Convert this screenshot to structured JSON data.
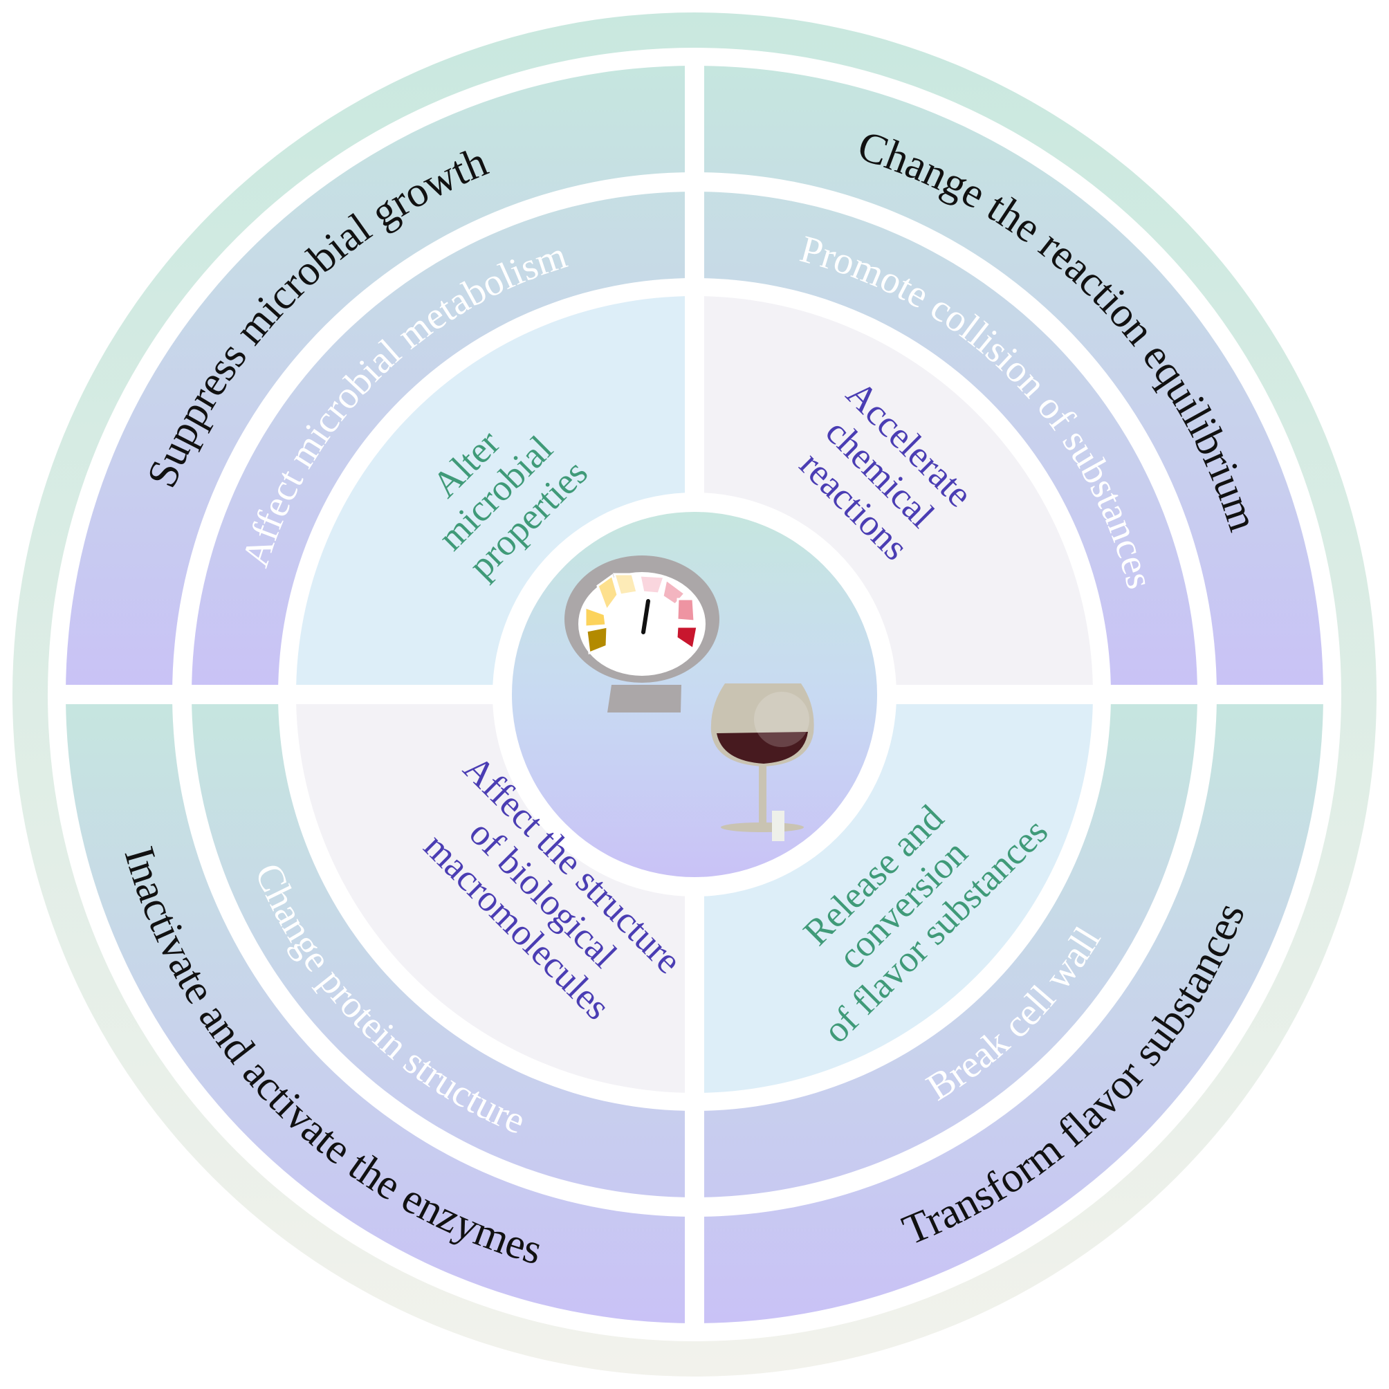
{
  "outer_ring": {
    "top_left": "Suppress microbial growth",
    "top_right": "Change the reaction equilibrium",
    "bottom_left": "Inactivate and activate the enzymes",
    "bottom_right": "Transform flavor substances"
  },
  "middle_ring": {
    "top_left": "Affect microbial metabolism",
    "top_right": "Promote collision of substances",
    "bottom_left": "Change protein structure",
    "bottom_right": "Break cell wall"
  },
  "inner_ring": {
    "top_left": [
      "Alter",
      "microbial",
      "properties"
    ],
    "top_right": [
      "Accelerate",
      "chemical",
      "reactions"
    ],
    "bottom_left": [
      "Affect the structure",
      "of biological",
      "macromolecules"
    ],
    "bottom_right": [
      "Release and",
      "conversion",
      "of flavor substances"
    ]
  },
  "center": {
    "icons": [
      "pressure-gauge-icon",
      "wine-glass-icon"
    ]
  },
  "colors": {
    "mint": "#c6e6df",
    "lavender": "#c9c2f6",
    "inner_blue": "#ddeef8",
    "inner_grey": "#f3f2f6",
    "green_text": "#3f9a78",
    "purple_text": "#4a3db3"
  }
}
